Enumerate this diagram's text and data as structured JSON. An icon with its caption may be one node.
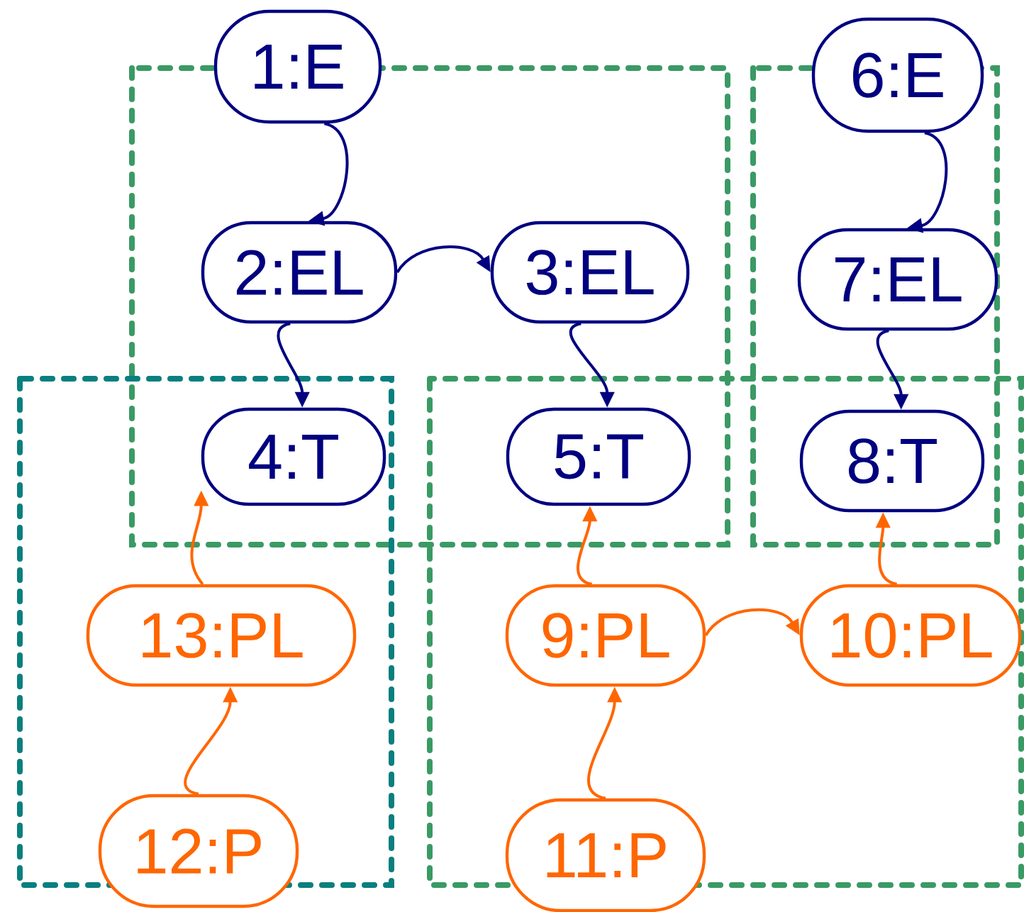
{
  "diagram": {
    "nodes": [
      {
        "text": [
          "1:E"
        ]
      },
      {
        "text": [
          "2:EL"
        ]
      },
      {
        "text": [
          "3:EL"
        ]
      },
      {
        "text": [
          "4:T"
        ]
      },
      {
        "text": [
          "5:T"
        ]
      },
      {
        "text": [
          "6:E"
        ]
      },
      {
        "text": [
          "7:EL"
        ]
      },
      {
        "text": [
          "8:T"
        ]
      },
      {
        "text": [
          "9:PL"
        ]
      },
      {
        "text": [
          "10:PL"
        ]
      },
      {
        "text": [
          "11:P"
        ]
      },
      {
        "text": [
          "12:P"
        ]
      },
      {
        "text": [
          "13:PL"
        ]
      }
    ],
    "edges": [
      {
        "from": 0,
        "to": 1,
        "arrow": "to"
      },
      {
        "from": 1,
        "to": 2,
        "arrow": "to"
      },
      {
        "from": 1,
        "to": 3,
        "arrow": "to"
      },
      {
        "from": 2,
        "to": 4,
        "arrow": "to"
      },
      {
        "from": 5,
        "to": 6,
        "arrow": "to"
      },
      {
        "from": 6,
        "to": 7,
        "arrow": "to"
      },
      {
        "from": 12,
        "to": 3,
        "arrow": "to",
        "color": "#ff6600"
      },
      {
        "from": 11,
        "to": 12,
        "arrow": "to",
        "color": "#ff6600"
      },
      {
        "from": 8,
        "to": 4,
        "arrow": "to",
        "color": "#ff6600"
      },
      {
        "from": 8,
        "to": 9,
        "arrow": "to",
        "color": "#ff6600"
      },
      {
        "from": 10,
        "to": 8,
        "arrow": "to",
        "color": "#ff6600"
      },
      {
        "from": 9,
        "to": 7,
        "arrow": "to",
        "color": "#ff6600"
      }
    ]
  }
}
